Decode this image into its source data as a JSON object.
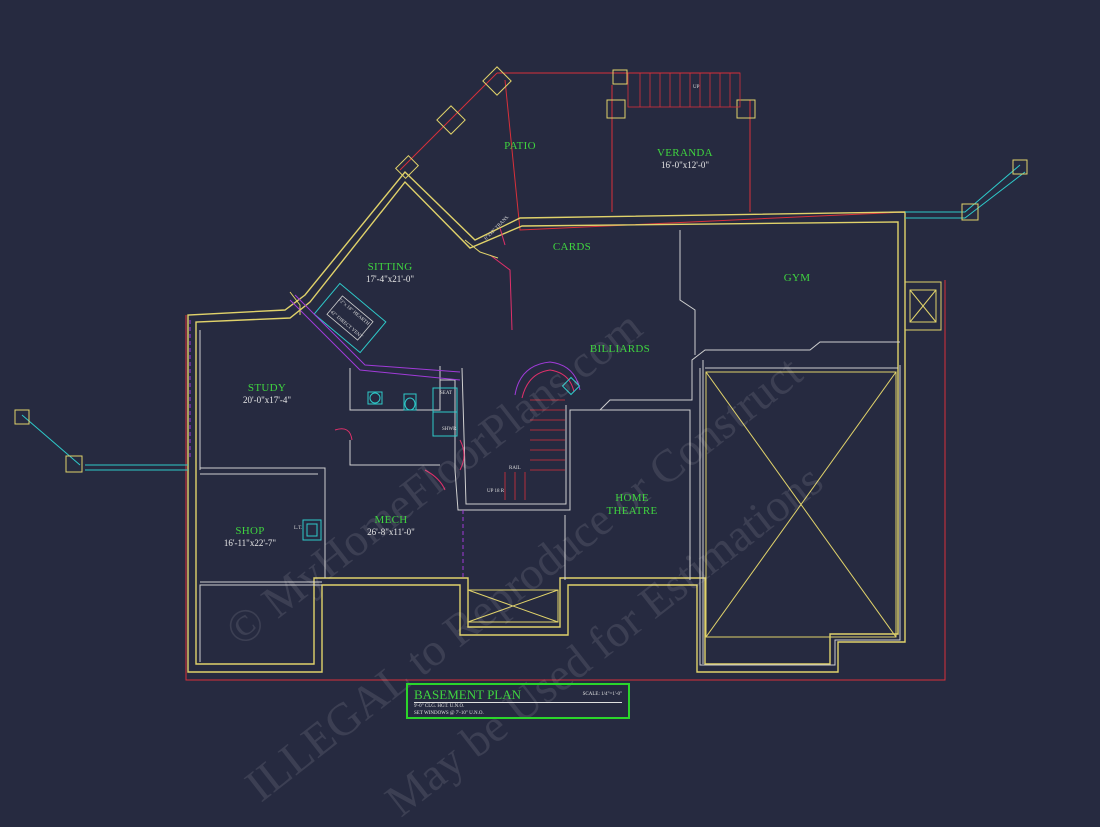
{
  "rooms": {
    "patio": {
      "name": "PATIO",
      "dim": ""
    },
    "veranda": {
      "name": "VERANDA",
      "dim": "16'-0\"x12'-0\""
    },
    "cards": {
      "name": "CARDS",
      "dim": ""
    },
    "gym": {
      "name": "GYM",
      "dim": ""
    },
    "sitting": {
      "name": "SITTING",
      "dim": "17'-4\"x21'-0\""
    },
    "billiards": {
      "name": "BILLIARDS",
      "dim": ""
    },
    "study": {
      "name": "STUDY",
      "dim": "20'-0\"x17'-4\""
    },
    "mech": {
      "name": "MECH",
      "dim": "26'-8\"x11'-0\""
    },
    "shop": {
      "name": "SHOP",
      "dim": "16'-11\"x22'-7\""
    },
    "home_theatre": {
      "name": "HOME THEATRE",
      "dim": ""
    }
  },
  "notes": {
    "up_stair_top": "UP",
    "trans": "6\"x12\" TRANS.",
    "hearth": "72\"x 18\" HEARTH",
    "direct_vent": "42\" DIRECT VENT",
    "seat": "SEAT",
    "shwr": "SHWR",
    "rail": "RAIL",
    "up_stair": "UP 18 R",
    "lt": "L.T."
  },
  "title_block": {
    "title": "BASEMENT PLAN",
    "scale": "SCALE: 1/4\"=1'-0\"",
    "note1": "9'-0\" CLG. HGT. U.N.O.",
    "note2": "SET WINDOWS @ 7'-10\" U.N.O."
  },
  "watermark": {
    "line1": "© MyHomeFloorPlans.com",
    "line2": "ILLEGAL to Reproduce or Construct",
    "line3": "May be Used for Estimations"
  },
  "colors": {
    "background": "#262a40",
    "wall_outer": "#e0d26a",
    "wall_inner": "#d9d9d9",
    "dim_line": "#e0303a",
    "label": "#3fd43f",
    "purple": "#a03bd8",
    "cyan": "#2ec9c9",
    "magenta": "#e0306a"
  }
}
